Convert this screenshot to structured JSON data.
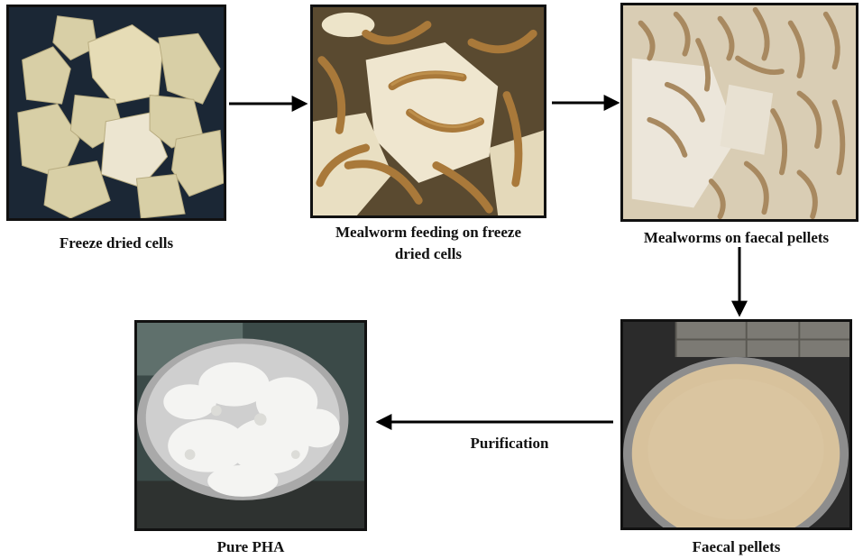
{
  "steps": [
    {
      "caption": "Freeze dried cells",
      "image": "freeze-dried-cells-photo"
    },
    {
      "caption_line1": "Mealworm feeding on freeze",
      "caption_line2": "dried cells",
      "image": "mealworm-feeding-photo"
    },
    {
      "caption": "Mealworms on faecal pellets",
      "image": "mealworms-on-pellets-photo"
    },
    {
      "caption": "Faecal pellets",
      "image": "faecal-pellets-photo"
    },
    {
      "caption": "Pure PHA",
      "image": "pure-pha-photo"
    }
  ],
  "arrow_label": "Purification",
  "colors": {
    "border": "#111111",
    "arrow": "#000000",
    "text": "#111111"
  }
}
